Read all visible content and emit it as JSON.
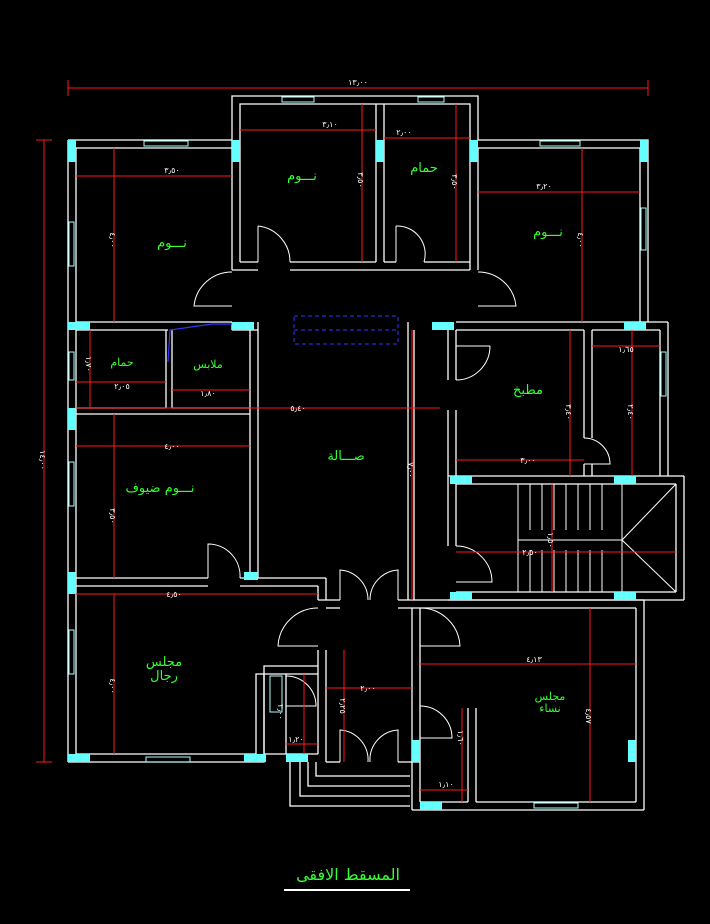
{
  "plan": {
    "title": "المسقط الافقى",
    "overall_width_dim": "١٣٫٠٠",
    "overall_height_dim": "١٤٫٠٠",
    "rooms": [
      {
        "id": "bedroom-top",
        "label": "نـــوم",
        "dims": [
          "٣٫١٠",
          "٣٫٥٠"
        ]
      },
      {
        "id": "bath-top",
        "label": "حمام",
        "dims": [
          "٢٫٠٠",
          "٣٫٥٠"
        ]
      },
      {
        "id": "bedroom-left",
        "label": "نـــوم",
        "dims": [
          "٣٫٥٠",
          "٤٫٠٠"
        ]
      },
      {
        "id": "bedroom-right",
        "label": "نـــوم",
        "dims": [
          "٣٫٢٠",
          "٤٫٠٠"
        ]
      },
      {
        "id": "bath-left",
        "label": "حمام",
        "dims": [
          "٢٫٠٥",
          "١٫٧٠"
        ]
      },
      {
        "id": "wardrobe",
        "label": "ملابس",
        "dims": [
          "١٫٨٠"
        ]
      },
      {
        "id": "kitchen",
        "label": "مطبخ",
        "dims": [
          "٣٫٠٠",
          "٣٫٤٠"
        ]
      },
      {
        "id": "storage",
        "label": "",
        "dims": [
          "١٫٦٥",
          "٢٫٤٠"
        ]
      },
      {
        "id": "hall",
        "label": "صـــالة",
        "dims": [
          "٥٫٤٠",
          "٧٫٠٠"
        ]
      },
      {
        "id": "guest-bedroom",
        "label": "نـــوم ضيوف",
        "dims": [
          "٤٫٠٠",
          "٣٫٥٠"
        ]
      },
      {
        "id": "stairs",
        "label": "",
        "dims": [
          "٢٫٥٠",
          "١٫٥٠"
        ]
      },
      {
        "id": "men-majlis",
        "label": "مجلس",
        "sublabel": "رجال",
        "dims": [
          "٤٫٥٠",
          "٤٫٠٠"
        ]
      },
      {
        "id": "entrance",
        "label": "",
        "dims": [
          "٢٫٠٠",
          "٢٫٢٥"
        ]
      },
      {
        "id": "wc-small",
        "label": "",
        "dims": [
          "١٫٢٠",
          "٢٫٠٠"
        ]
      },
      {
        "id": "women-majlis",
        "label": "مجلس",
        "sublabel": "نساء",
        "dims": [
          "٤٫١٣",
          "٤٫٥٧"
        ]
      },
      {
        "id": "corridor-women",
        "label": "",
        "dims": [
          "١٫١٠",
          "١٫٦٠"
        ]
      }
    ]
  },
  "colors": {
    "wall": "#ffffff",
    "dimension": "#ff1a1a",
    "label": "#33ff33",
    "window": "#00ffff",
    "blue_line": "#3333ff",
    "background": "#000000"
  }
}
